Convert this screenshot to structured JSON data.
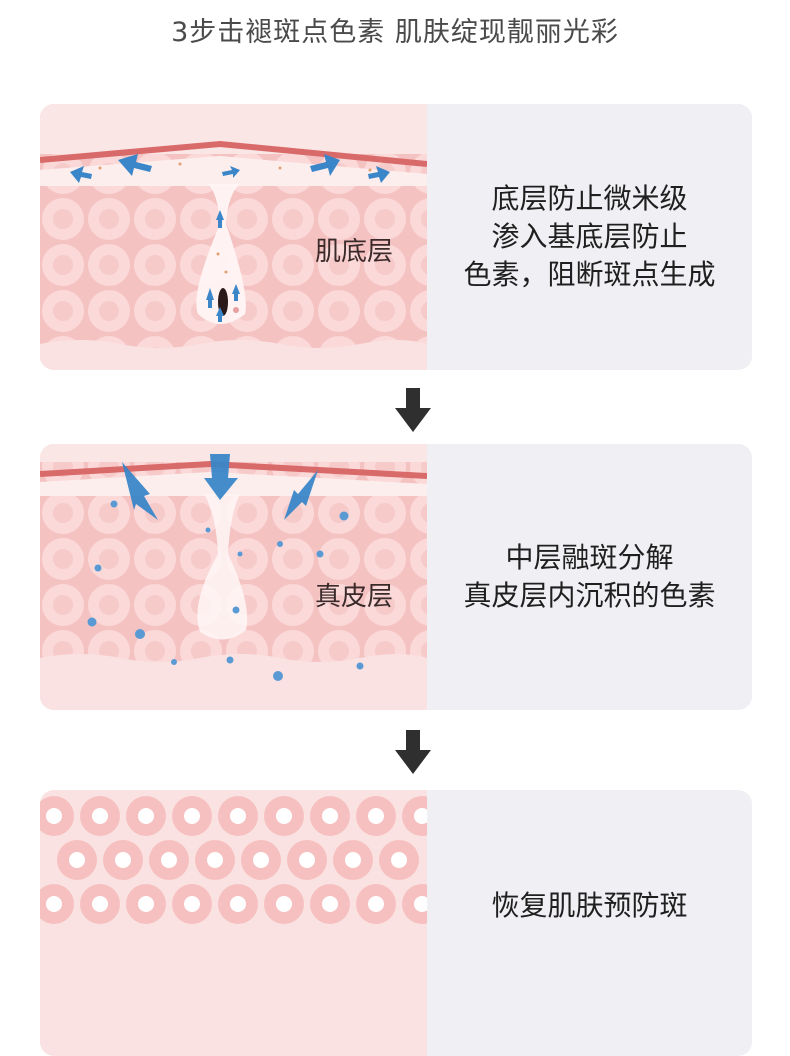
{
  "headline": "3步击褪斑点色素 肌肤绽现靓丽光彩",
  "steps": [
    {
      "layer_label": "肌底层",
      "lines": [
        "底层防止微米级",
        "渗入基底层防止",
        "色素，阻断斑点生成"
      ]
    },
    {
      "layer_label": "真皮层",
      "lines": [
        "中层融斑分解",
        "真皮层内沉积的色素"
      ]
    },
    {
      "layer_label": "",
      "lines": [
        "恢复肌肤预防斑"
      ]
    }
  ],
  "colors": {
    "skin_light": "#fbe4e4",
    "skin_cell": "#f6c4c4",
    "skin_deep": "#f2aaaa",
    "surface_band": "#d96a6a",
    "arrow_blue": "#3a86c8",
    "panel_gray": "#f0f0f4",
    "step_arrow": "#2f2f2f"
  },
  "icons": [
    "down-arrow-icon",
    "blue-arrow-icon",
    "pigment-dot-icon"
  ]
}
